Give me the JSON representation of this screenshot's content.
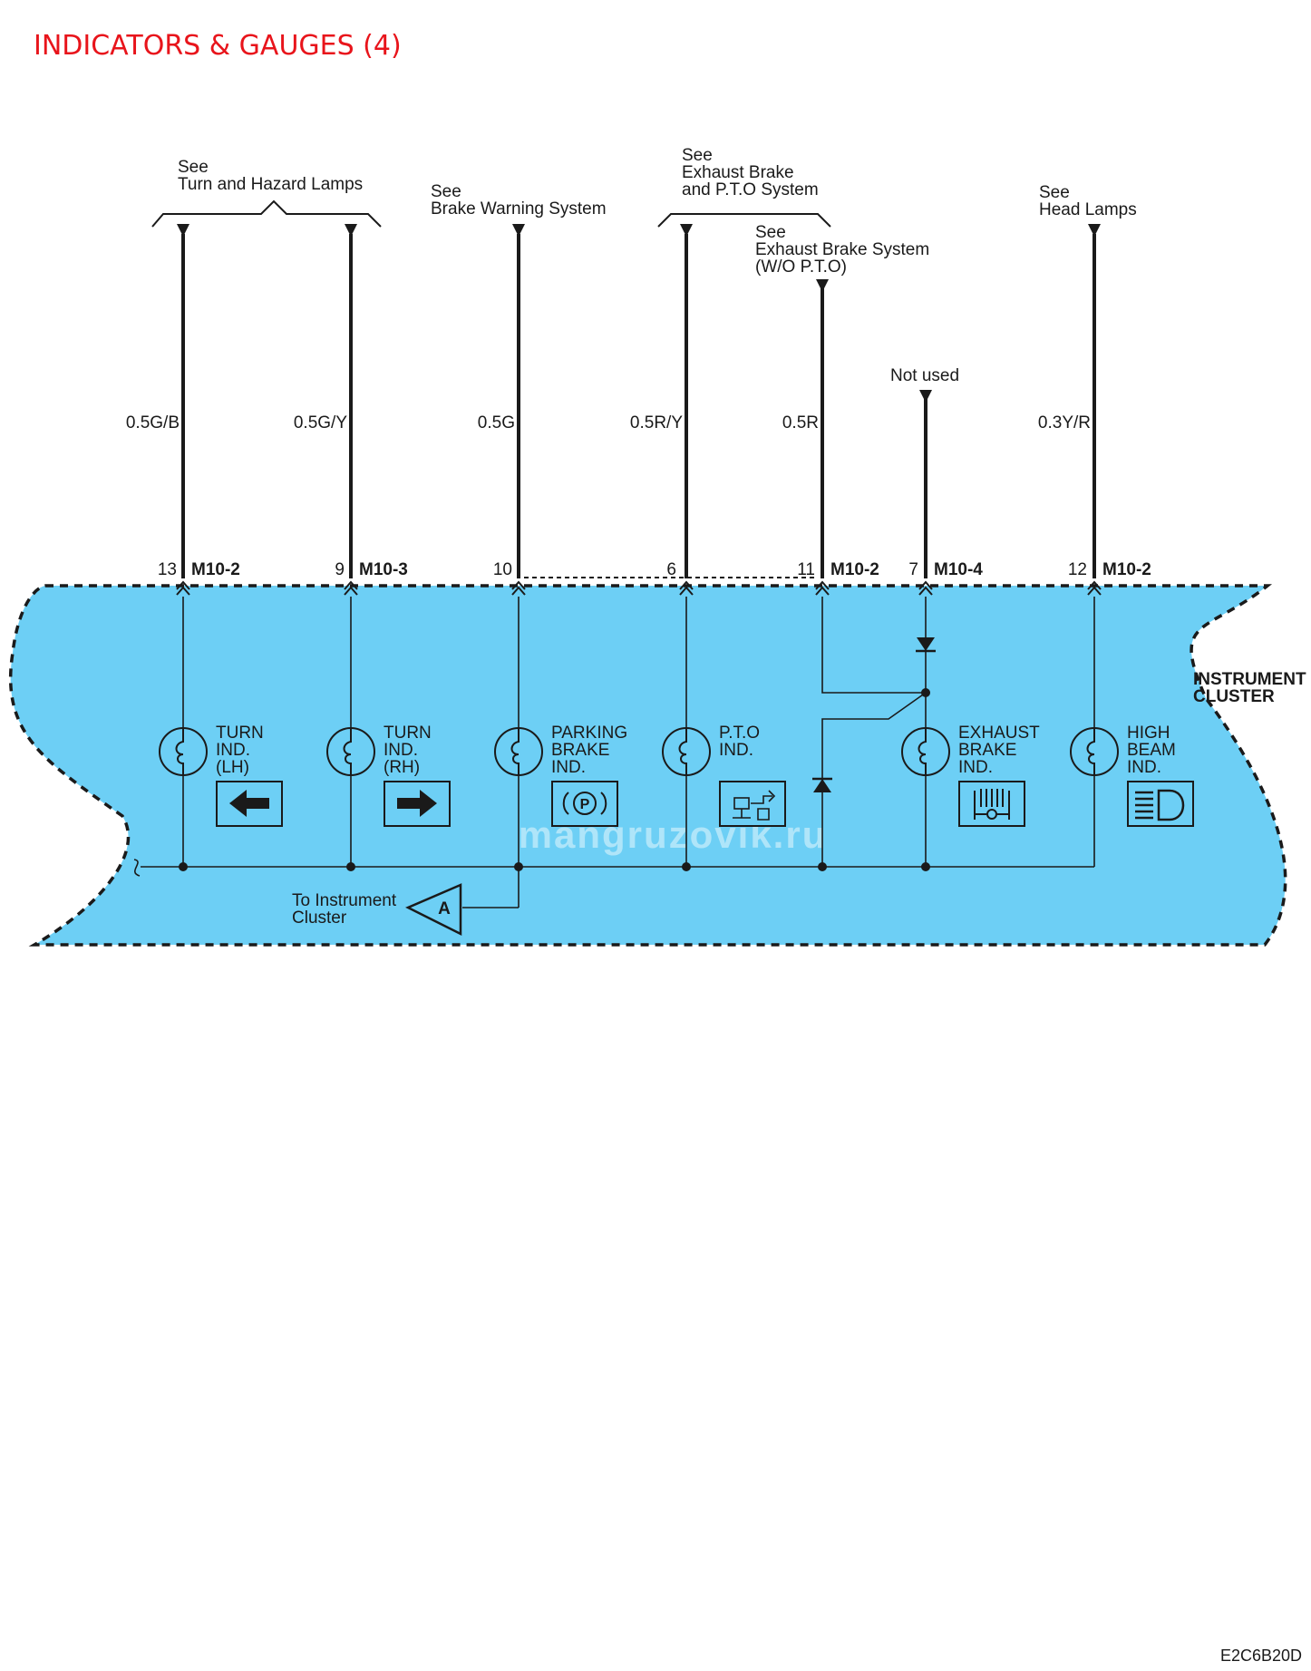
{
  "title": "INDICATORS & GAUGES (4)",
  "diagram_code": "E2C6B20D",
  "watermark": "mangruzovik.ru",
  "colors": {
    "title": "#e8141b",
    "cluster_fill": "#6dcff5",
    "line": "#1a1a1a"
  },
  "references": {
    "turn_hazard": [
      "See",
      "Turn and Hazard Lamps"
    ],
    "brake_warning": [
      "See",
      "Brake Warning System"
    ],
    "exhaust_pto": [
      "See",
      "Exhaust Brake",
      "and P.T.O System"
    ],
    "exhaust_wo_pto": [
      "See",
      "Exhaust Brake System",
      "(W/O P.T.O)"
    ],
    "not_used": "Not used",
    "head_lamps": [
      "See",
      "Head Lamps"
    ]
  },
  "wires": [
    "0.5G/B",
    "0.5G/Y",
    "0.5G",
    "0.5R/Y",
    "0.5R",
    "0.3Y/R"
  ],
  "pins": [
    {
      "num": "13",
      "connector": "M10-2"
    },
    {
      "num": "9",
      "connector": "M10-3"
    },
    {
      "num": "10",
      "connector": ""
    },
    {
      "num": "6",
      "connector": ""
    },
    {
      "num": "11",
      "connector": "M10-2"
    },
    {
      "num": "7",
      "connector": "M10-4"
    },
    {
      "num": "12",
      "connector": "M10-2"
    }
  ],
  "cluster_label": [
    "INSTRUMENT",
    "CLUSTER"
  ],
  "indicators": [
    {
      "lines": [
        "TURN",
        "IND.",
        "(LH)"
      ],
      "icon": "left-arrow-icon"
    },
    {
      "lines": [
        "TURN",
        "IND.",
        "(RH)"
      ],
      "icon": "right-arrow-icon"
    },
    {
      "lines": [
        "PARKING",
        "BRAKE",
        "IND."
      ],
      "icon": "parking-brake-icon",
      "icon_text": "P"
    },
    {
      "lines": [
        "P.T.O",
        "IND."
      ],
      "icon": "pto-icon"
    },
    {
      "lines": [
        "EXHAUST",
        "BRAKE",
        "IND."
      ],
      "icon": "exhaust-brake-icon"
    },
    {
      "lines": [
        "HIGH",
        "BEAM",
        "IND."
      ],
      "icon": "high-beam-icon"
    }
  ],
  "instrument_cluster_ref": {
    "lines": [
      "To Instrument",
      "Cluster"
    ],
    "connector_letter": "A"
  }
}
